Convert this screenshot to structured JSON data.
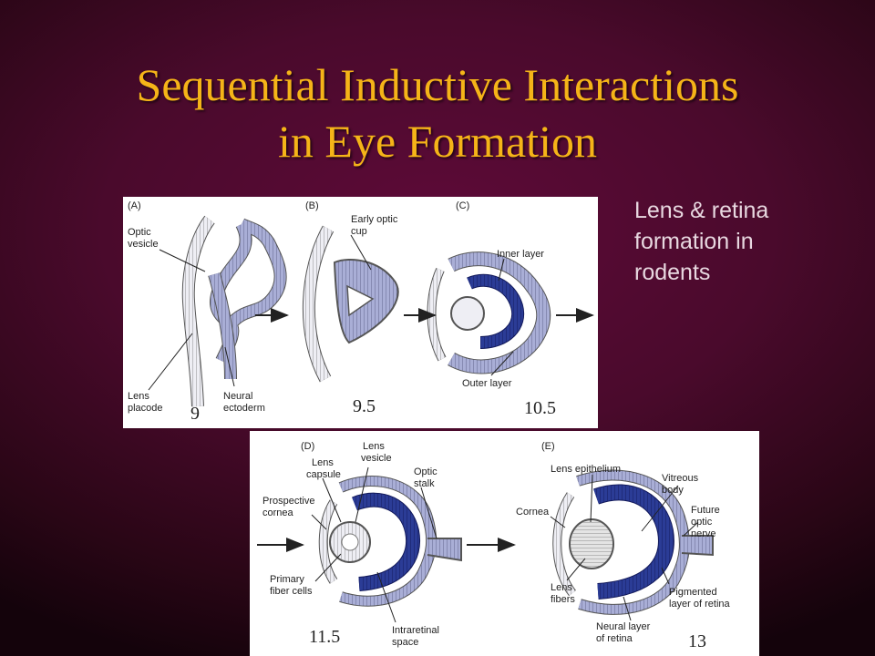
{
  "slide": {
    "title_line1": "Sequential Inductive Interactions",
    "title_line2": "in Eye Formation",
    "note_line1": "Lens & retina",
    "note_line2": "formation in",
    "note_line3": "rodents",
    "colors": {
      "title": "#f5b418",
      "background": "#4a0a2c",
      "tissue_light": "#a9aed6",
      "tissue_dark": "#2b3c96"
    }
  },
  "figure_top": {
    "panel_a": "(A)",
    "panel_b": "(B)",
    "panel_c": "(C)",
    "optic": "Optic",
    "vesicle": "vesicle",
    "lens": "Lens",
    "placode": "placode",
    "neural": "Neural",
    "ectoderm": "ectoderm",
    "early_optic": "Early optic",
    "cup": "cup",
    "inner_layer": "Inner layer",
    "outer_layer": "Outer layer",
    "stage_a": "9",
    "stage_b": "9.5",
    "stage_c": "10.5"
  },
  "figure_bottom": {
    "panel_d": "(D)",
    "panel_e": "(E)",
    "lens_capsule_1": "Lens",
    "lens_capsule_2": "capsule",
    "lens_vesicle_1": "Lens",
    "lens_vesicle_2": "vesicle",
    "optic_stalk_1": "Optic",
    "optic_stalk_2": "stalk",
    "prospective_1": "Prospective",
    "prospective_2": "cornea",
    "primary_1": "Primary",
    "primary_2": "fiber cells",
    "intraretinal_1": "Intraretinal",
    "intraretinal_2": "space",
    "lens_epithelium": "Lens epithelium",
    "vitreous_1": "Vitreous",
    "vitreous_2": "body",
    "cornea": "Cornea",
    "future_1": "Future",
    "future_2": "optic",
    "future_3": "nerve",
    "lens_fibers_1": "Lens",
    "lens_fibers_2": "fibers",
    "pigmented_1": "Pigmented",
    "pigmented_2": "layer of retina",
    "neural_layer_1": "Neural layer",
    "neural_layer_2": "of retina",
    "stage_d": "11.5",
    "stage_e": "13"
  }
}
